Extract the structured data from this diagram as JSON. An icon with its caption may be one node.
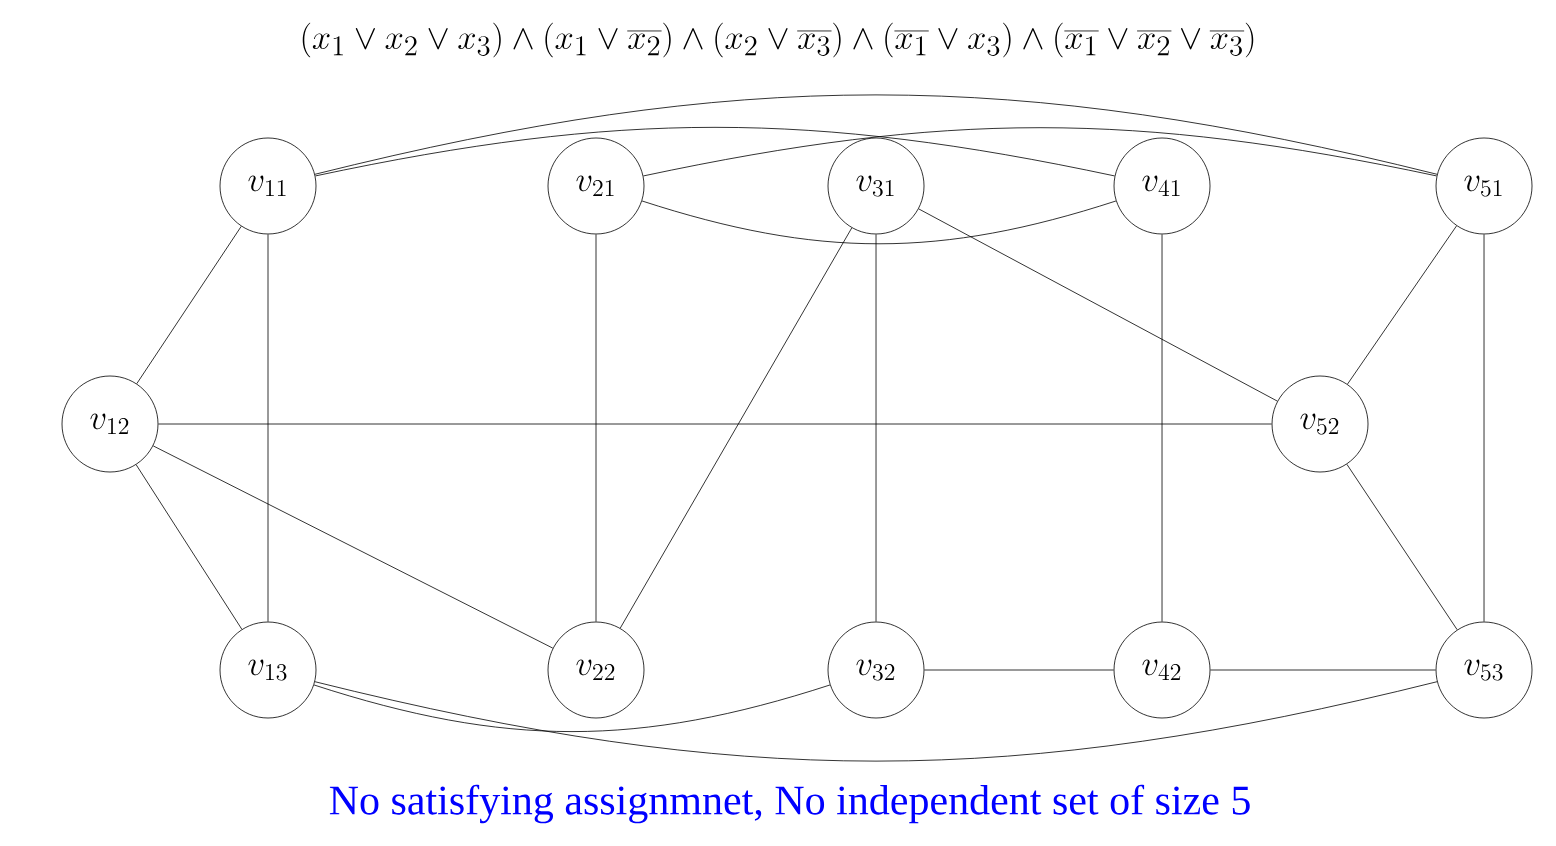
{
  "diagram": {
    "title": "(x_1 \\lor x_2 \\lor x_3) \\land (x_1 \\lor \\overline{x_2}) \\land (x_2 \\lor \\overline{x_3}) \\land (\\overline{x_1} \\lor x_3) \\land (\\overline{x_1} \\lor \\overline{x_2} \\lor \\overline{x_3})",
    "caption": "No satisfying assignmnet, No independent set of size 5",
    "nodes": [
      {
        "text": [
          "v_{11}"
        ]
      },
      {
        "text": [
          "v_{21}"
        ]
      },
      {
        "text": [
          "v_{31}"
        ]
      },
      {
        "text": [
          "v_{41}"
        ]
      },
      {
        "text": [
          "v_{51}"
        ]
      },
      {
        "text": [
          "v_{12}"
        ]
      },
      {
        "text": [
          "v_{52}"
        ]
      },
      {
        "text": [
          "v_{13}"
        ]
      },
      {
        "text": [
          "v_{22}"
        ]
      },
      {
        "text": [
          "v_{32}"
        ]
      },
      {
        "text": [
          "v_{42}"
        ]
      },
      {
        "text": [
          "v_{53}"
        ]
      }
    ],
    "edges": [
      {
        "from": 0,
        "to": 3,
        "arrow": "none"
      },
      {
        "from": 0,
        "to": 4,
        "arrow": "none"
      },
      {
        "from": 1,
        "to": 4,
        "arrow": "none"
      },
      {
        "from": 1,
        "to": 3,
        "arrow": "none"
      },
      {
        "from": 0,
        "to": 5,
        "arrow": "none"
      },
      {
        "from": 0,
        "to": 7,
        "arrow": "none"
      },
      {
        "from": 5,
        "to": 7,
        "arrow": "none"
      },
      {
        "from": 5,
        "to": 8,
        "arrow": "none"
      },
      {
        "from": 5,
        "to": 6,
        "arrow": "none"
      },
      {
        "from": 1,
        "to": 8,
        "arrow": "none"
      },
      {
        "from": 2,
        "to": 8,
        "arrow": "none"
      },
      {
        "from": 2,
        "to": 9,
        "arrow": "none"
      },
      {
        "from": 2,
        "to": 6,
        "arrow": "none"
      },
      {
        "from": 3,
        "to": 10,
        "arrow": "none"
      },
      {
        "from": 4,
        "to": 6,
        "arrow": "none"
      },
      {
        "from": 4,
        "to": 11,
        "arrow": "none"
      },
      {
        "from": 6,
        "to": 11,
        "arrow": "none"
      },
      {
        "from": 7,
        "to": 9,
        "arrow": "none"
      },
      {
        "from": 7,
        "to": 11,
        "arrow": "none"
      },
      {
        "from": 9,
        "to": 10,
        "arrow": "none"
      },
      {
        "from": 10,
        "to": 11,
        "arrow": "none"
      }
    ]
  }
}
